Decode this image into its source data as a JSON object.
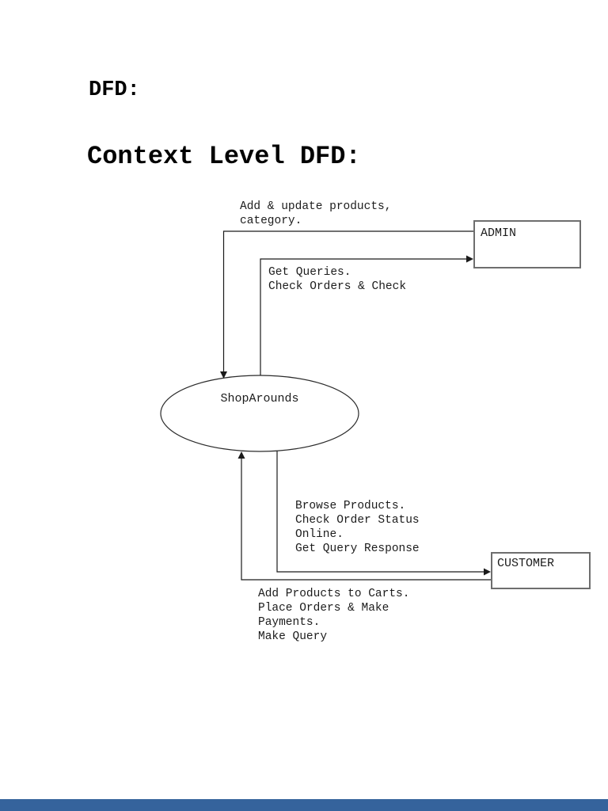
{
  "headings": {
    "title": "DFD:",
    "subtitle": "Context Level DFD:"
  },
  "diagram": {
    "process": {
      "label": "ShopArounds"
    },
    "entities": {
      "admin": {
        "label": "ADMIN"
      },
      "customer": {
        "label": "CUSTOMER"
      }
    },
    "flows": {
      "admin_to_process": {
        "label": "Add & update products,\ncategory.",
        "from": "ADMIN",
        "to": "ShopArounds"
      },
      "process_to_admin": {
        "label": "Get Queries.\nCheck Orders & Check",
        "from": "ShopArounds",
        "to": "ADMIN"
      },
      "process_to_customer": {
        "label": "Browse Products.\nCheck Order Status\nOnline.\nGet Query Response",
        "from": "ShopArounds",
        "to": "CUSTOMER"
      },
      "customer_to_process": {
        "label": "Add Products to Carts.\nPlace Orders & Make\nPayments.\nMake Query",
        "from": "CUSTOMER",
        "to": "ShopArounds"
      }
    }
  },
  "colors": {
    "line": "#1a1a1a",
    "box_border": "#6e6e6e",
    "footer_bar": "#35639c"
  }
}
